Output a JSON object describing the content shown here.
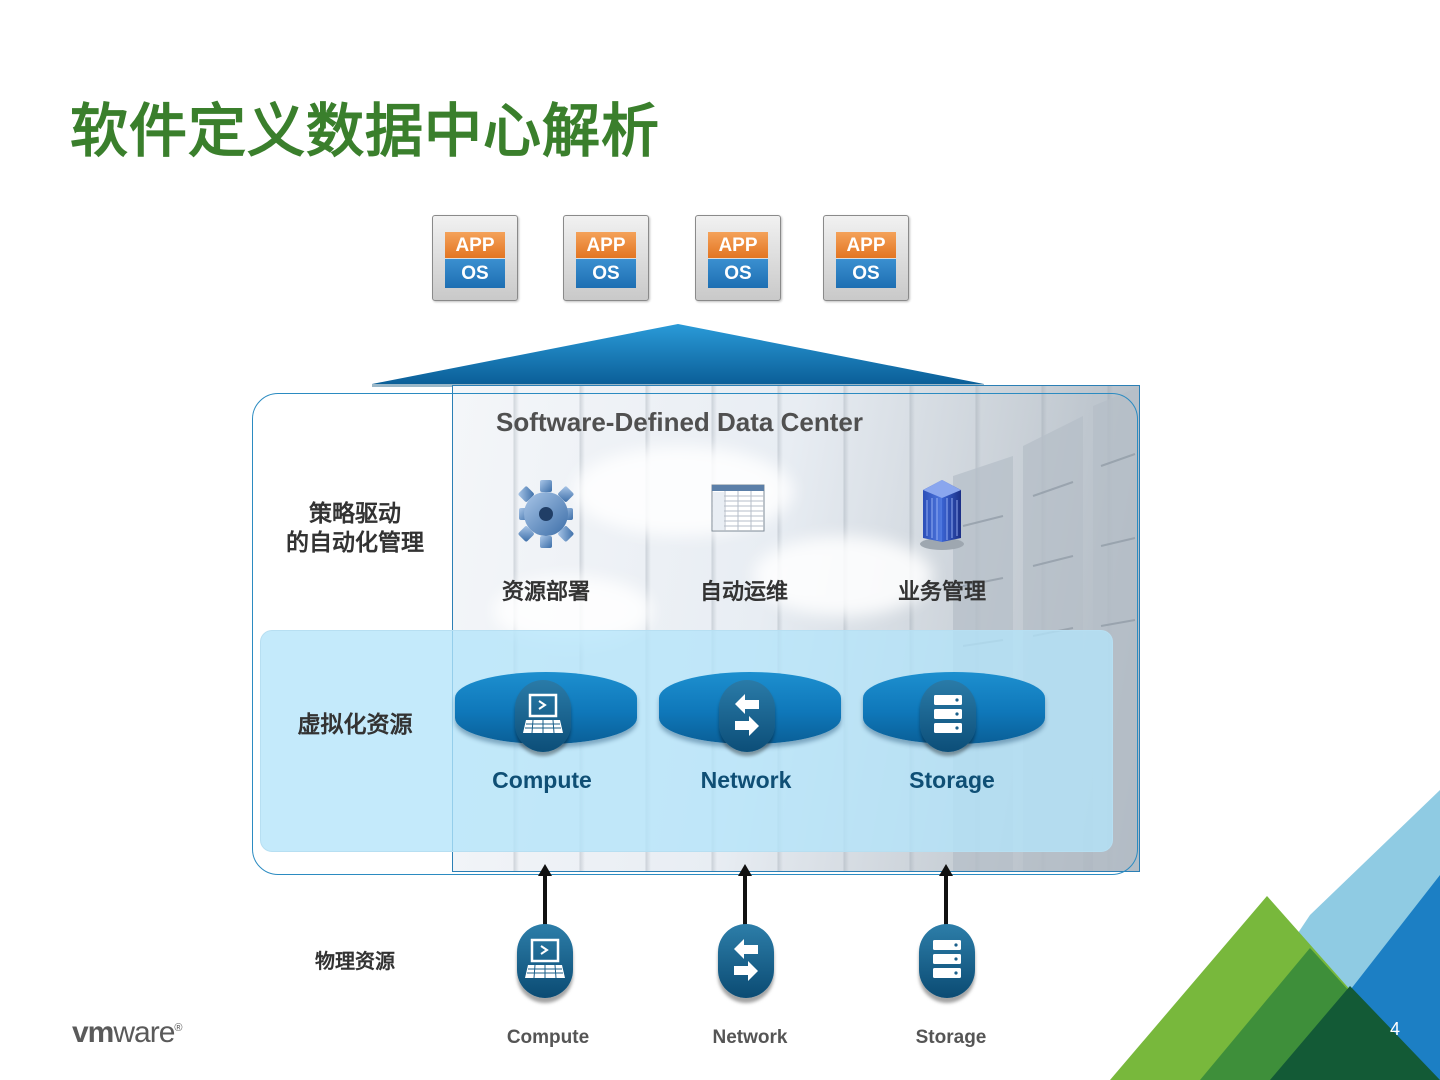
{
  "slide": {
    "title": "软件定义数据中心解析",
    "page_number": "4"
  },
  "app_tiles": [
    {
      "app": "APP",
      "os": "OS"
    },
    {
      "app": "APP",
      "os": "OS"
    },
    {
      "app": "APP",
      "os": "OS"
    },
    {
      "app": "APP",
      "os": "OS"
    }
  ],
  "sddc": {
    "title": "Software-Defined Data Center",
    "policy_label_line1": "策略驱动",
    "policy_label_line2": "的自动化管理",
    "services": [
      {
        "label": "资源部署",
        "icon": "gear-icon"
      },
      {
        "label": "自动运维",
        "icon": "spreadsheet-icon"
      },
      {
        "label": "业务管理",
        "icon": "building-icon"
      }
    ],
    "virtual_label": "虚拟化资源",
    "virtual_resources": [
      {
        "label": "Compute",
        "icon": "terminal-icon"
      },
      {
        "label": "Network",
        "icon": "exchange-arrows-icon"
      },
      {
        "label": "Storage",
        "icon": "server-stack-icon"
      }
    ]
  },
  "physical": {
    "label": "物理资源",
    "resources": [
      {
        "label": "Compute",
        "icon": "terminal-icon"
      },
      {
        "label": "Network",
        "icon": "exchange-arrows-icon"
      },
      {
        "label": "Storage",
        "icon": "server-stack-icon"
      }
    ]
  },
  "branding": {
    "logo_vm": "vm",
    "logo_ware": "ware",
    "logo_mark": "®",
    "colors": {
      "title_green": "#3a7f2c",
      "accent_blue": "#1d8fcf",
      "triangle_light_green": "#78b83c",
      "triangle_dark_green": "#3e8f3a",
      "triangle_light_blue": "#8fcbe3",
      "triangle_blue": "#1c7fc4"
    }
  }
}
